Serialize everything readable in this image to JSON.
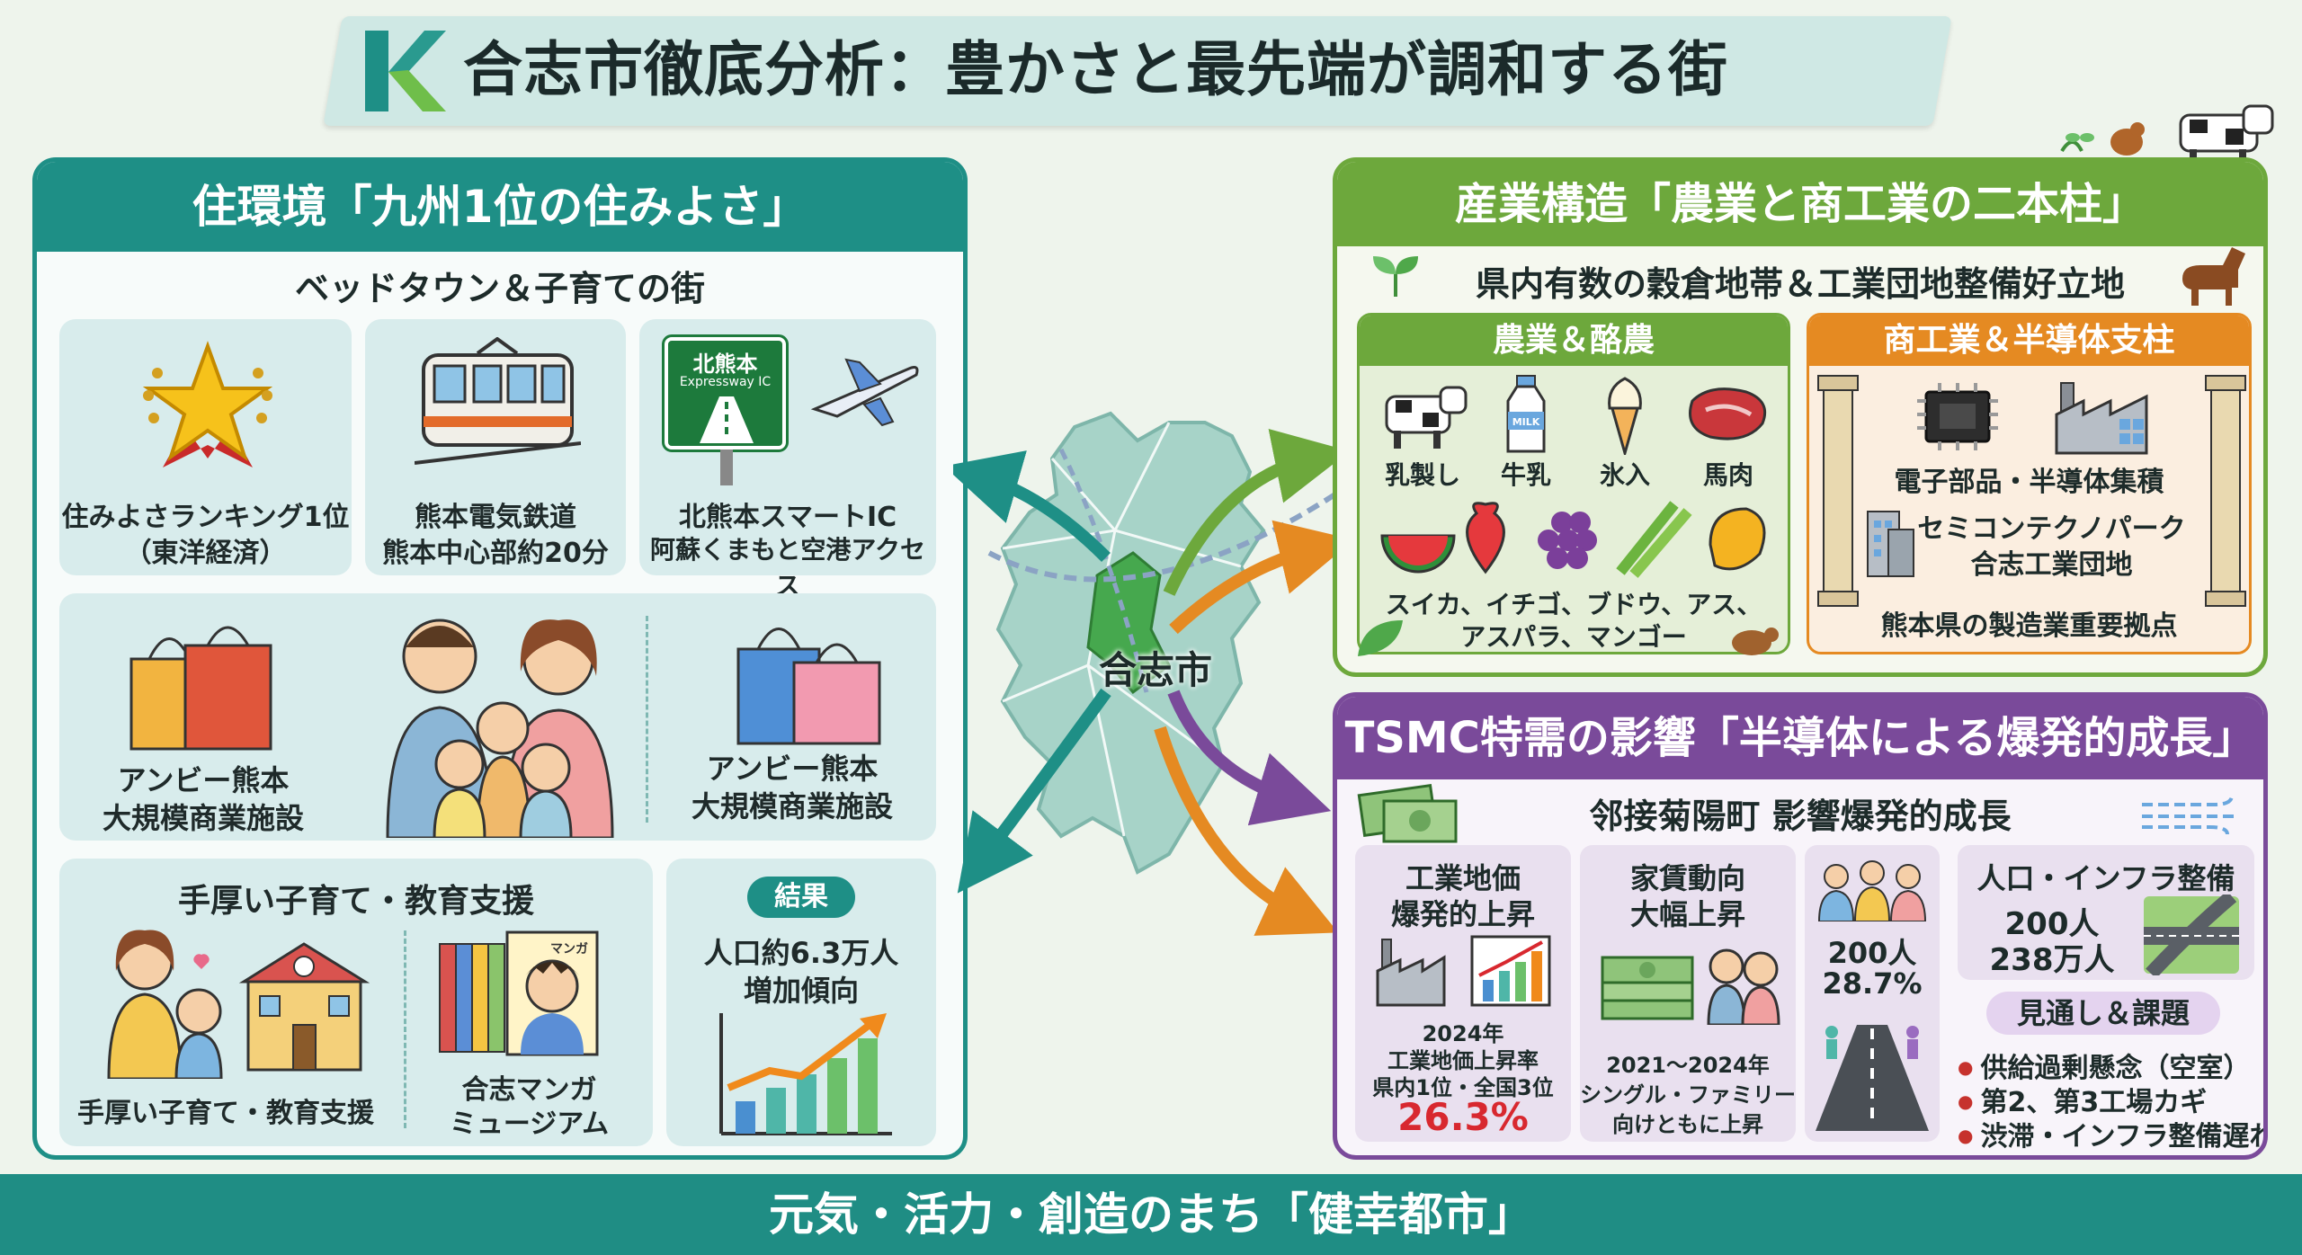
{
  "title": "合志市徹底分析：豊かさと最先端が調和する街",
  "logo_letter": "K",
  "living": {
    "header": "住環境「九州1位の住みよさ」",
    "subtitle": "ベッドタウン＆子育ての街",
    "ranking": {
      "line1": "住みよさランキング1位",
      "line2": "（東洋経済）"
    },
    "railway": {
      "line1": "熊本電気鉄道",
      "line2": "熊本中心部約20分"
    },
    "highway": {
      "sign_top": "北熊本",
      "sign_sub": "Expressway IC",
      "line1": "北熊本スマートIC",
      "line2": "阿蘇くまもと空港アクセス"
    },
    "mall_left": {
      "line1": "アンビー熊本",
      "line2": "大規模商業施設"
    },
    "mall_right": {
      "line1": "アンビー熊本",
      "line2": "大規模商業施設"
    },
    "support": {
      "title": "手厚い子育て・教育支援",
      "caption": "手厚い子育て・教育支援"
    },
    "manga": {
      "line1": "合志マンガ",
      "line2": "ミュージアム",
      "book_label": "マンガ"
    },
    "result": {
      "badge": "結果",
      "line1": "人口約6.3万人",
      "line2": "増加傾向"
    }
  },
  "map": {
    "city_label": "合志市"
  },
  "industry": {
    "header": "産業構造「農業と商工業の二本柱」",
    "subtitle": "県内有数の穀倉地帯＆工業団地整備好立地",
    "agri": {
      "header": "農業＆酪農",
      "items": [
        "乳製し",
        "牛乳",
        "氷入",
        "馬肉"
      ],
      "milk_label": "MILK",
      "fruits_line1": "スイカ、イチゴ、ブドウ、アス、",
      "fruits_line2": "アスパラ、マンゴー"
    },
    "commerce": {
      "header": "商工業＆半導体支柱",
      "line1": "電子部品・半導体集積",
      "line2": "セミコンテクノパーク",
      "line3": "合志工業団地",
      "line4": "熊本県の製造業重要拠点"
    }
  },
  "tsmc": {
    "header": "TSMC特需の影響「半導体による爆発的成長」",
    "subtitle": "邻接菊陽町 影響爆発的成長",
    "land": {
      "title1": "工業地価",
      "title2": "爆発的上昇",
      "cap1": "2024年",
      "cap2": "工業地価上昇率",
      "cap3": "県内1位・全国3位",
      "value": "26.3%"
    },
    "rent": {
      "title1": "家賃動向",
      "title2": "大幅上昇",
      "cap1": "2021～2024年",
      "cap2": "シングル・ファミリー",
      "cap3": "向けともに上昇"
    },
    "pop": {
      "line1": "200人",
      "line2": "28.7%"
    },
    "infra": {
      "title": "人口・インフラ整備",
      "line1": "200人",
      "line2": "238万人"
    },
    "outlook": {
      "badge": "見通し＆課題",
      "bullets": [
        "供給過剰懸念（空室）",
        "第2、第3工場カギ",
        "渋滞・インフラ整備遅れ"
      ]
    }
  },
  "footer": "元気・活力・創造のまち「健幸都市」",
  "colors": {
    "teal": "#1e8f86",
    "green": "#6da83c",
    "orange": "#e58a22",
    "purple": "#7a4a9a",
    "red": "#d8282f"
  }
}
